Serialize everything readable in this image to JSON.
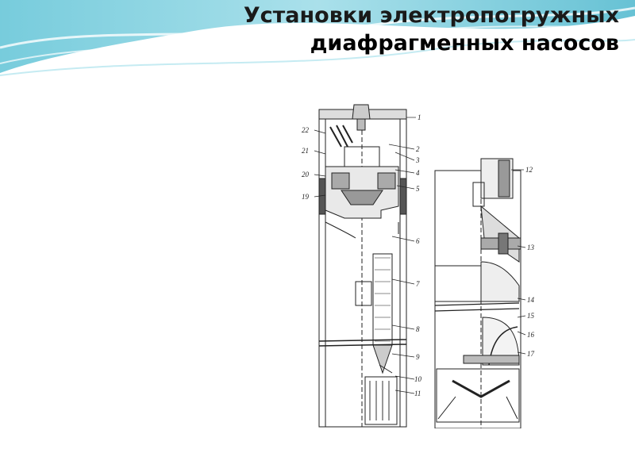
{
  "slide": {
    "title_line_1": "Установки электропогружных",
    "title_line_2": "диафрагменных насосов"
  },
  "diagram": {
    "callouts": [
      "1",
      "2",
      "3",
      "4",
      "5",
      "6",
      "7",
      "8",
      "9",
      "10",
      "11",
      "12",
      "13",
      "14",
      "15",
      "16",
      "17",
      "19",
      "20",
      "21",
      "22"
    ]
  },
  "colors": {
    "header_wave": "#7ecfe0",
    "header_wave_light": "#cdeef5",
    "line": "#222222"
  }
}
